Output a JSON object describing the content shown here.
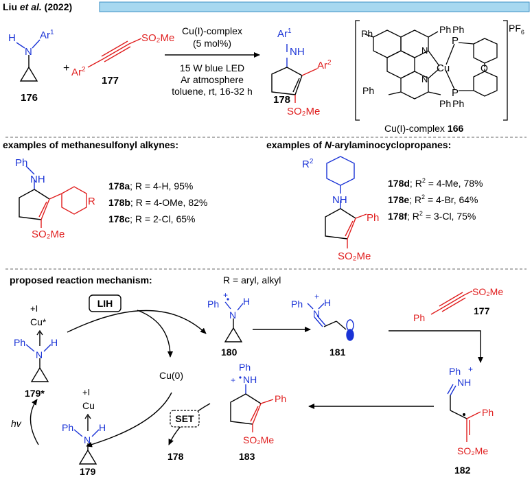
{
  "header": {
    "author": "Liu",
    "etal": " et al.",
    "year": " (2022)",
    "bar_color": "#a7d8f0"
  },
  "colors": {
    "black": "#000000",
    "blue": "#1a33d6",
    "red": "#e01e1e"
  },
  "reaction": {
    "reagent": "Cu(I)-complex",
    "loading": "(5 mol%)",
    "cond1": "15 W blue LED",
    "cond2": "Ar atmosphere",
    "cond3": "toluene, rt, 16-32 h",
    "plus": "+",
    "c176": "176",
    "c177": "177",
    "c178": "178",
    "ar1": "Ar",
    "ar1_sup": "1",
    "ar2": "Ar",
    "ar2_sup": "2",
    "n": "N",
    "h": "H",
    "nh": "NH",
    "so2me": "SO₂Me"
  },
  "catalyst": {
    "label": "Cu(I)-complex",
    "number": "166",
    "counterion": "PF",
    "counterion_sub": "6",
    "ph": "Ph",
    "pph": "Ph",
    "cu": "Cu",
    "p": "P",
    "o": "O",
    "n": "N"
  },
  "section_alkynes": {
    "title": "examples of methanesulfonyl alkynes:",
    "ph": "Ph",
    "nh": "NH",
    "r": "R",
    "so2me": "SO₂Me",
    "items": [
      {
        "id": "178a",
        "text": "; R = 4-H, 95%"
      },
      {
        "id": "178b",
        "text": "; R = 4-OMe, 82%"
      },
      {
        "id": "178c",
        "text": "; R = 2-Cl, 65%"
      }
    ]
  },
  "section_amines": {
    "title_pre": "examples of ",
    "title_n": "N",
    "title_post": "-arylaminocyclopropanes:",
    "r2": "R",
    "r2_sup": "2",
    "nh": "NH",
    "ph": "Ph",
    "so2me": "SO₂Me",
    "items": [
      {
        "id": "178d",
        "pre": "; R",
        "sup": "2",
        "post": " = 4-Me, 78%"
      },
      {
        "id": "178e",
        "pre": "; R",
        "sup": "2",
        "post": " = 4-Br, 64%"
      },
      {
        "id": "178f",
        "pre": "; R",
        "sup": "2",
        "post": " = 3-Cl, 75%"
      }
    ]
  },
  "mechanism": {
    "title": "proposed reaction mechanism:",
    "r_note": "R = aryl, alkyl",
    "lih": "LIH",
    "set": "SET",
    "hv": "hv",
    "cu0": "Cu(0)",
    "plus_i": "+I",
    "cu_star": "Cu*",
    "cu": "Cu",
    "ph": "Ph",
    "n": "N",
    "h": "H",
    "nh": "NH",
    "so2me": "SO₂Me",
    "plus": "+",
    "c179star": "179*",
    "c179": "179",
    "c180": "180",
    "c181": "181",
    "c177": "177",
    "c182": "182",
    "c183": "183",
    "c178": "178"
  }
}
